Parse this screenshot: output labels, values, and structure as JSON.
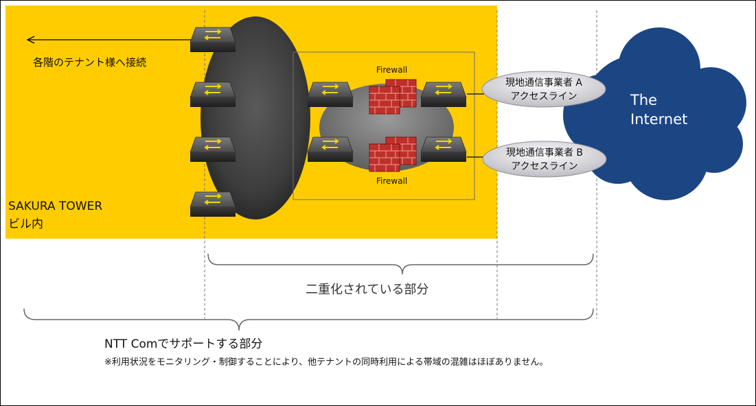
{
  "building": {
    "name": "SAKURA TOWER",
    "sub": "ビル内"
  },
  "tenant_link": "各階のテナント様へ接続",
  "firewall_top": "Firewall",
  "firewall_bottom": "Firewall",
  "carrier_a": {
    "line1": "現地通信事業者 A",
    "line2": "アクセスライン"
  },
  "carrier_b": {
    "line1": "現地通信事業者 B",
    "line2": "アクセスライン"
  },
  "internet": {
    "line1": "The",
    "line2": "Internet"
  },
  "redundant_label": "二重化されている部分",
  "support_label": "NTT Comでサポートする部分",
  "note": "※利用状況をモニタリング・制御することにより、他テナントの同時利用による帯域の混雑はほぼありません。",
  "colors": {
    "building": "#FFCC00",
    "cloud": "#1C4584",
    "firewall": "#C0302A"
  }
}
